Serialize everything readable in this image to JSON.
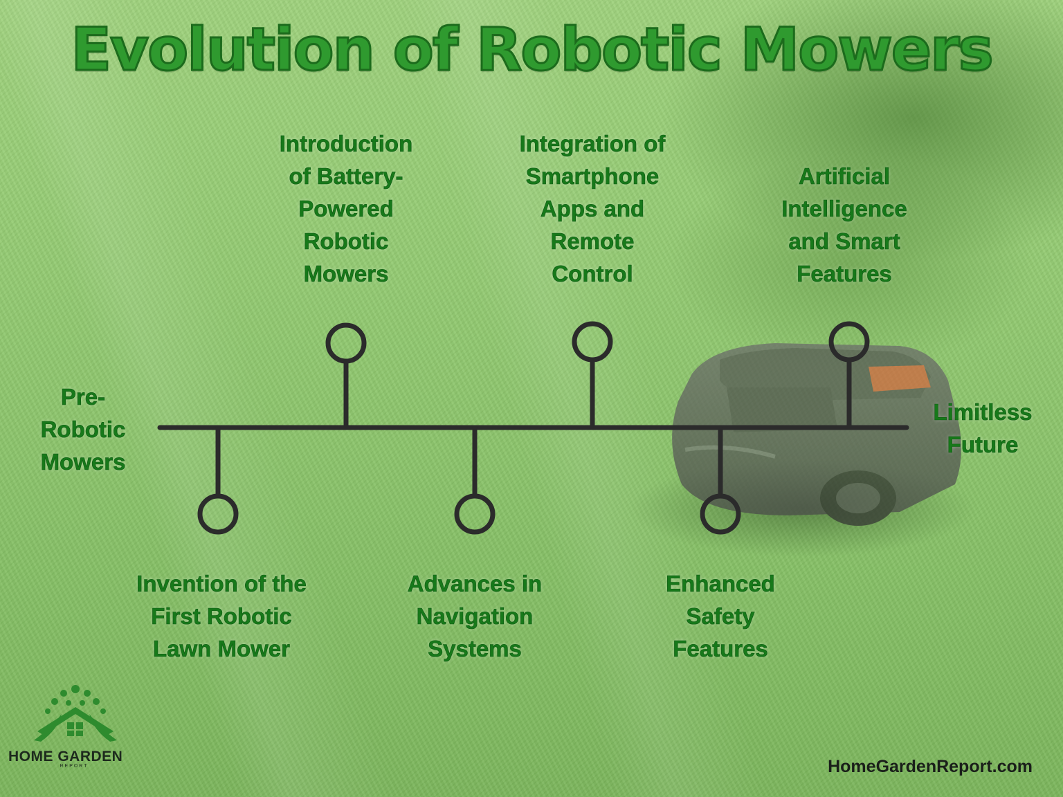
{
  "title": "Evolution of Robotic Mowers",
  "milestones": {
    "start": "Pre-\nRobotic\nMowers",
    "first_robotic": "Invention of the\nFirst Robotic\nLawn Mower",
    "battery": "Introduction\nof Battery-\nPowered\nRobotic\nMowers",
    "navigation": "Advances in\nNavigation\nSystems",
    "smartphone": "Integration of\nSmartphone\nApps and\nRemote\nControl",
    "safety": "Enhanced\nSafety\nFeatures",
    "ai": "Artificial\nIntelligence\nand Smart\nFeatures",
    "end": "Limitless\nFuture"
  },
  "brand": {
    "logo_name": "HOME GARDEN",
    "logo_sub": "REPORT",
    "website": "HomeGardenReport.com"
  },
  "colors": {
    "title_green": "#2f9a2f",
    "label_green": "#17791a",
    "timeline": "#2b2b2b",
    "logo_green": "#2e8b2e"
  }
}
